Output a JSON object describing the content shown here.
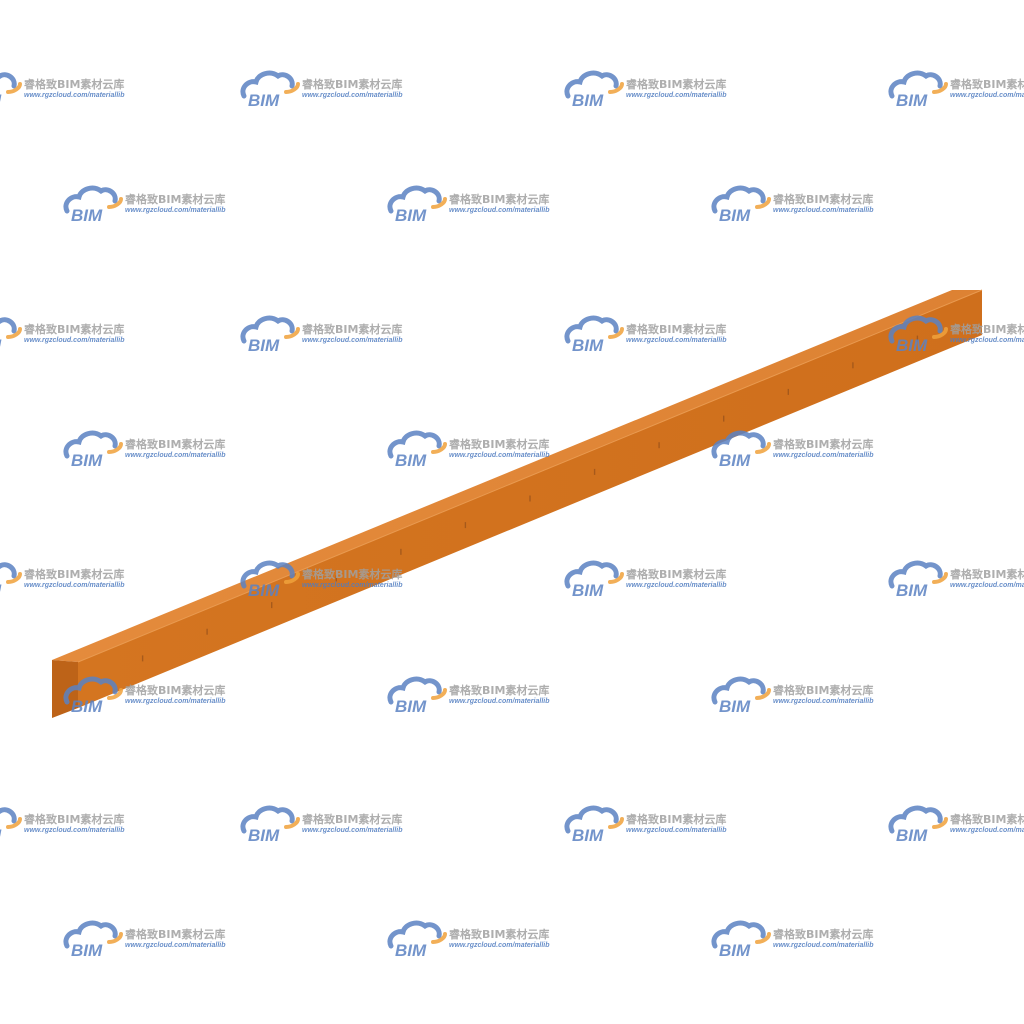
{
  "watermark": {
    "logo_text": "BIM",
    "title": "睿格致BIM素材云库",
    "url": "www.rgzcloud.com/materiallib",
    "icon": "cloud-logo-icon",
    "colors": {
      "cloud": "#5b82c3",
      "swoosh": "#f0a23c",
      "title": "#a0a0a0",
      "url": "#4f7cc0"
    }
  },
  "object": {
    "icon": "steel-beam",
    "colors": {
      "top": "#e3893a",
      "front": "#d2721f",
      "end": "#b95f15",
      "mark": "#8a4a1a"
    }
  }
}
